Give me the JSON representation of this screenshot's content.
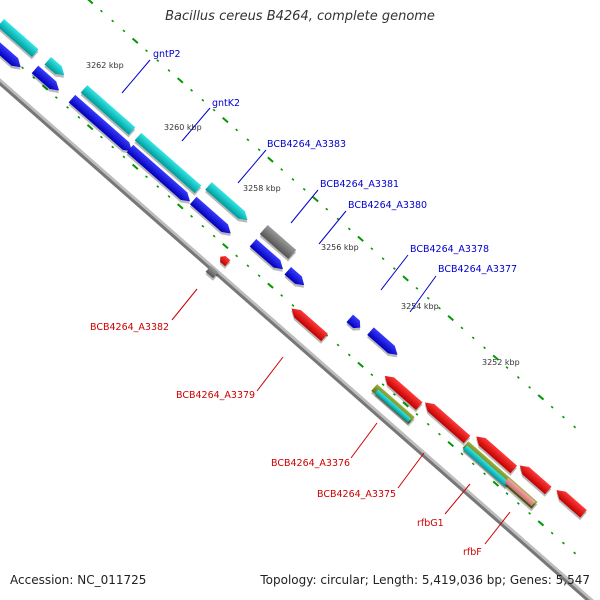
{
  "title": "Bacillus cereus B4264, complete genome",
  "footer": {
    "accession": "Accession: NC_011725",
    "summary": "Topology: circular; Length: 5,419,036 bp; Genes: 5,547"
  },
  "ticks": [
    "3262 kbp",
    "3260 kbp",
    "3258 kbp",
    "3256 kbp",
    "3254 kbp",
    "3252 kbp"
  ],
  "forward_labels": [
    "gntP2",
    "gntK2",
    "BCB4264_A3383",
    "BCB4264_A3381",
    "BCB4264_A3380",
    "BCB4264_A3378",
    "BCB4264_A3377"
  ],
  "reverse_labels": [
    "BCB4264_A3382",
    "BCB4264_A3379",
    "BCB4264_A3376",
    "BCB4264_A3375",
    "rfbG1",
    "rfbF"
  ],
  "colors": {
    "forward_label": "#0000cc",
    "reverse_label": "#cc0000",
    "forward_gene": "#0000ee",
    "reverse_gene": "#ee0000",
    "cds_forward": "#00cccc",
    "cds_reverse": "#00cccc",
    "other": "#777777",
    "tick": "#009900",
    "backbone": "#808080"
  }
}
